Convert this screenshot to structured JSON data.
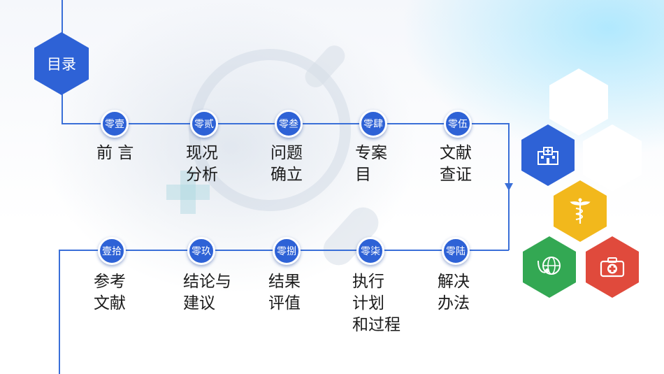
{
  "title": "目录",
  "row1": [
    {
      "num": "零壹",
      "label": "前 言"
    },
    {
      "num": "零贰",
      "label": "现况\n分析"
    },
    {
      "num": "零叁",
      "label": "问题\n确立"
    },
    {
      "num": "零肆",
      "label": "专案\n目"
    },
    {
      "num": "零伍",
      "label": "文献\n查证"
    }
  ],
  "row2": [
    {
      "num": "壹拾",
      "label": "参考\n文献"
    },
    {
      "num": "零玖",
      "label": "结论与\n建议"
    },
    {
      "num": "零捌",
      "label": "结果\n评值"
    },
    {
      "num": "零柒",
      "label": "执行\n计划\n和过程"
    },
    {
      "num": "零陆",
      "label": "解决\n办法"
    }
  ],
  "icons": [
    {
      "name": "hospital-icon",
      "color": "#2e62d6"
    },
    {
      "name": "caduceus-icon",
      "color": "#f2b81c"
    },
    {
      "name": "globe-stethoscope-icon",
      "color": "#33a853"
    },
    {
      "name": "first-aid-kit-icon",
      "color": "#e04a3c"
    }
  ],
  "colors": {
    "accent": "#2e62d6",
    "line": "#3a6fd8",
    "text": "#1b1b1b"
  }
}
